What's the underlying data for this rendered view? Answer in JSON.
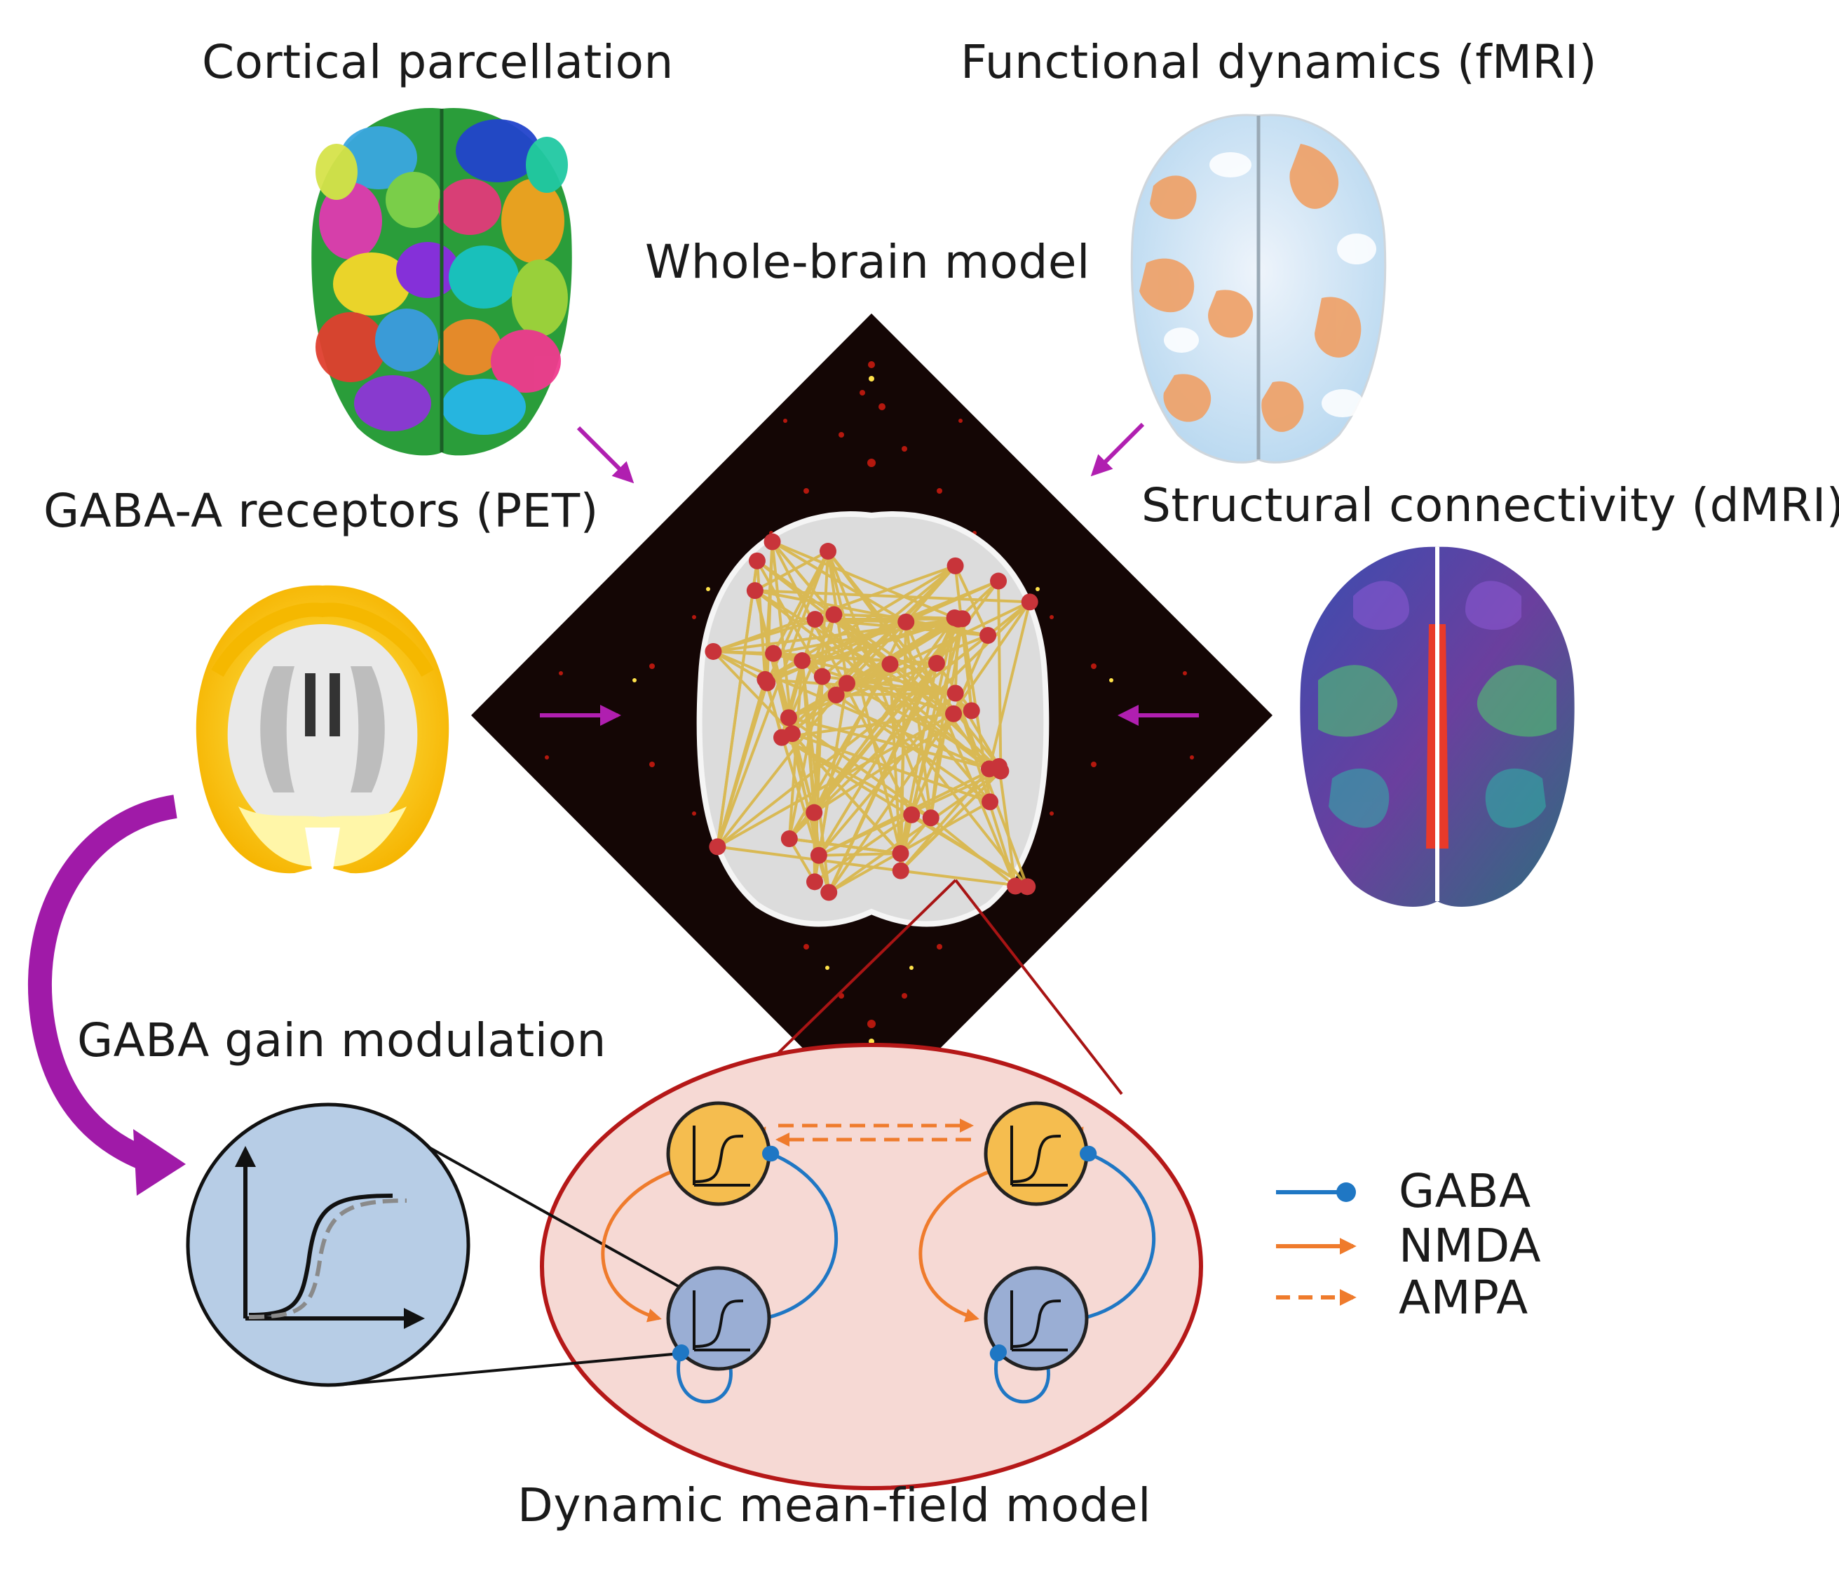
{
  "labels": {
    "cortical": "Cortical parcellation",
    "functional": "Functional dynamics (fMRI)",
    "whole_brain": "Whole-brain model",
    "gaba_pet": "GABA-A receptors (PET)",
    "structural": "Structural connectivity (dMRI)",
    "gain": "GABA gain modulation",
    "meanfield": "Dynamic mean-field model"
  },
  "legend": {
    "items": [
      {
        "label": "GABA",
        "style": "solid-dot",
        "color": "#1f77c4"
      },
      {
        "label": "NMDA",
        "style": "solid-arrow",
        "color": "#ef7b2c"
      },
      {
        "label": "AMPA",
        "style": "dashed-arrow",
        "color": "#ef7b2c"
      }
    ]
  },
  "colors": {
    "arrow": "#b01fb0",
    "ellipse_stroke": "#b51818",
    "ellipse_fill": "#f6d9d4",
    "excitatory": "#f5bd4f",
    "inhibitory": "#9aaed4",
    "gain_node": "#b7cde6",
    "network_node": "#c8343a",
    "network_edge": "#d9b43d",
    "matrix_bg": "#140605"
  }
}
